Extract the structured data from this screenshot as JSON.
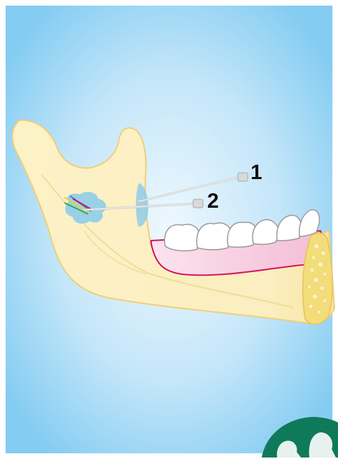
{
  "labels": [
    {
      "id": "1"
    },
    {
      "id": "2"
    }
  ],
  "label_text": {
    "one": "1",
    "two": "2"
  },
  "colors": {
    "background_center": "#e8f5fd",
    "background_edge": "#86cdf2",
    "bone_fill": "#fbf0bd",
    "bone_outline": "#efcf78",
    "gum_fill": "#f7cde0",
    "gum_outline": "#d4145a",
    "tooth_fill": "#ffffff",
    "tooth_outline": "#9a9a9a",
    "cancellous_bone": "#f3dc7a",
    "injection_area": "#8ecde9",
    "needle": "#d9d9d9",
    "logo": "#0f7a5a"
  }
}
